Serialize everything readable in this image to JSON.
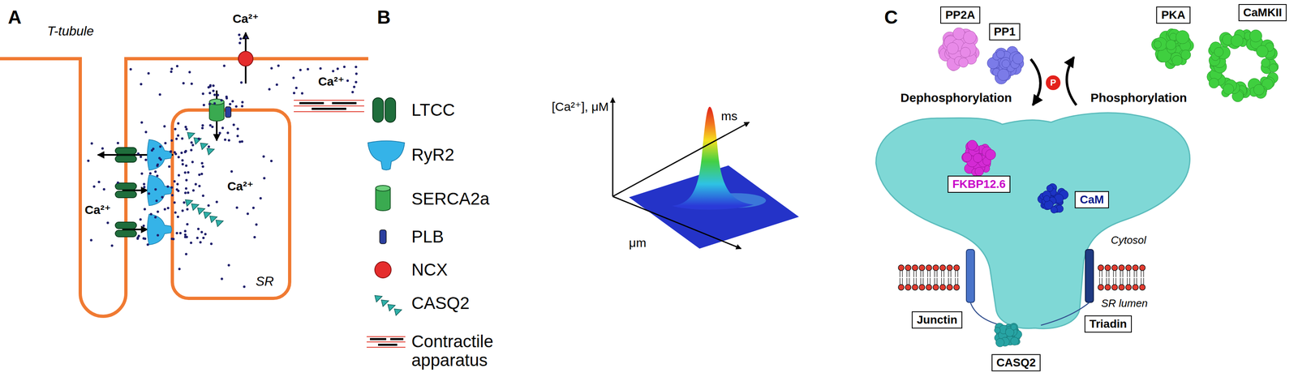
{
  "diagram": {
    "nodes": [
      {
        "text": [
          "PP2A"
        ]
      },
      {
        "text": [
          "PP1"
        ]
      },
      {
        "text": [
          "PKA"
        ]
      },
      {
        "text": [
          "CaMKII"
        ]
      },
      {
        "text": [
          "P"
        ]
      },
      {
        "text": [
          "FKBP12.6"
        ]
      },
      {
        "text": [
          "CaM"
        ]
      },
      {
        "text": [
          "Junctin"
        ]
      },
      {
        "text": [
          "Triadin"
        ]
      },
      {
        "text": [
          "CASQ2"
        ]
      }
    ],
    "labels": [
      "A",
      "T-tubule",
      "Ca²⁺",
      "Ca²⁺",
      "Ca²⁺",
      "Ca²⁺",
      "SR",
      "B",
      "[Ca²⁺], μM",
      "ms",
      "μm",
      "C",
      "Dephosphorylation",
      "Phosphorylation",
      "Cytosol",
      "SR lumen"
    ],
    "legend": [
      {
        "text": "LTCC"
      },
      {
        "text": "RyR2"
      },
      {
        "text": "SERCA2a"
      },
      {
        "text": "PLB"
      },
      {
        "text": "NCX"
      },
      {
        "text": "CASQ2"
      },
      {
        "text": "Contractile apparatus"
      }
    ]
  }
}
